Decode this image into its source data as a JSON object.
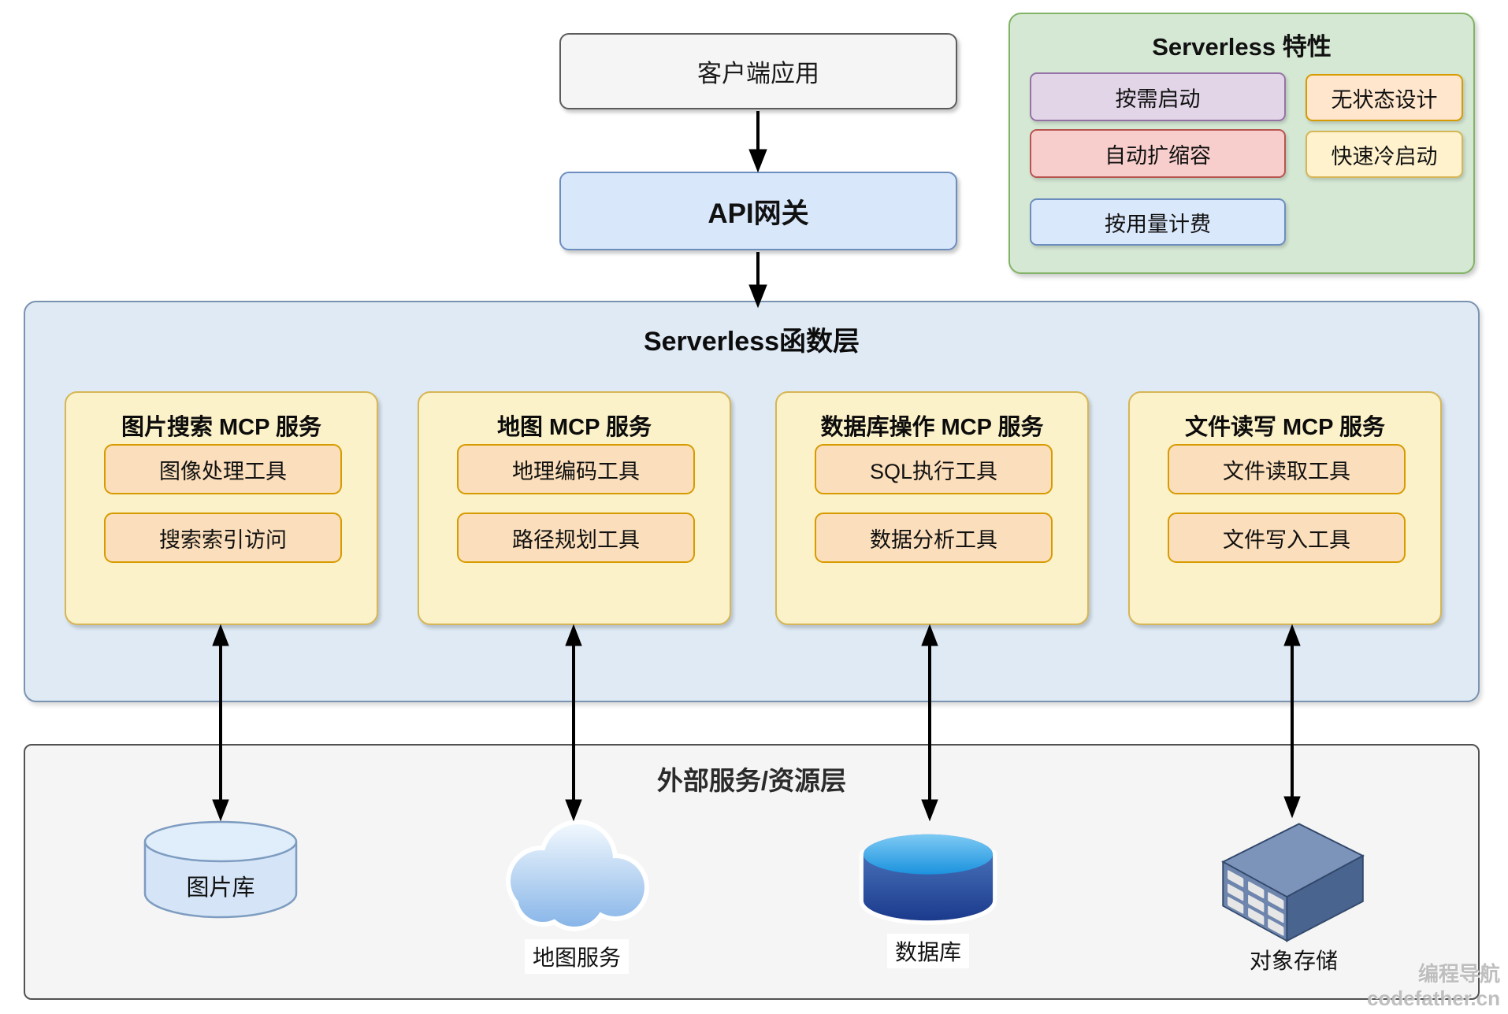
{
  "client": {
    "label": "客户端应用"
  },
  "gateway": {
    "label": "API网关"
  },
  "features": {
    "title": "Serverless 特性",
    "items": [
      {
        "label": "按需启动",
        "variant": "purple"
      },
      {
        "label": "无状态设计",
        "variant": "peach"
      },
      {
        "label": "自动扩缩容",
        "variant": "red"
      },
      {
        "label": "快速冷启动",
        "variant": "yellow"
      },
      {
        "label": "按用量计费",
        "variant": "blue"
      }
    ]
  },
  "function_layer": {
    "title": "Serverless函数层",
    "services": [
      {
        "title": "图片搜索 MCP 服务",
        "tools": [
          "图像处理工具",
          "搜索索引访问"
        ]
      },
      {
        "title": "地图 MCP 服务",
        "tools": [
          "地理编码工具",
          "路径规划工具"
        ]
      },
      {
        "title": "数据库操作 MCP 服务",
        "tools": [
          "SQL执行工具",
          "数据分析工具"
        ]
      },
      {
        "title": "文件读写 MCP 服务",
        "tools": [
          "文件读取工具",
          "文件写入工具"
        ]
      }
    ]
  },
  "resource_layer": {
    "title": "外部服务/资源层",
    "resources": [
      {
        "label": "图片库",
        "icon": "cylinder-icon"
      },
      {
        "label": "地图服务",
        "icon": "cloud-icon"
      },
      {
        "label": "数据库",
        "icon": "database-cylinder-icon"
      },
      {
        "label": "对象存储",
        "icon": "server-box-icon"
      }
    ]
  },
  "watermark": {
    "line1": "编程导航",
    "line2": "codefather.cn"
  },
  "colors": {
    "client_fill": "#f5f5f5",
    "client_border": "#5c5c5c",
    "gateway_fill": "#d9e7fa",
    "gateway_border": "#6c8ebf",
    "features_fill": "#d5e8d4",
    "features_border": "#82b366",
    "pill_purple_fill": "#e1d5e7",
    "pill_purple_border": "#9673a6",
    "pill_peach_fill": "#ffe6cc",
    "pill_peach_border": "#d79b00",
    "pill_red_fill": "#f8cecc",
    "pill_red_border": "#b85450",
    "pill_yellow_fill": "#fff2cc",
    "pill_yellow_border": "#d6b656",
    "pill_blue_fill": "#dae8fc",
    "pill_blue_border": "#6c8ebf",
    "function_layer_fill": "#dfeaf5",
    "function_layer_border": "#7a93b0",
    "service_fill": "#fcf2c9",
    "service_border": "#d6b656",
    "tool_fill": "#fbdebb",
    "tool_border": "#d79b00",
    "resource_layer_fill": "#f5f5f5",
    "resource_layer_border": "#525252",
    "arrow": "#000000"
  }
}
